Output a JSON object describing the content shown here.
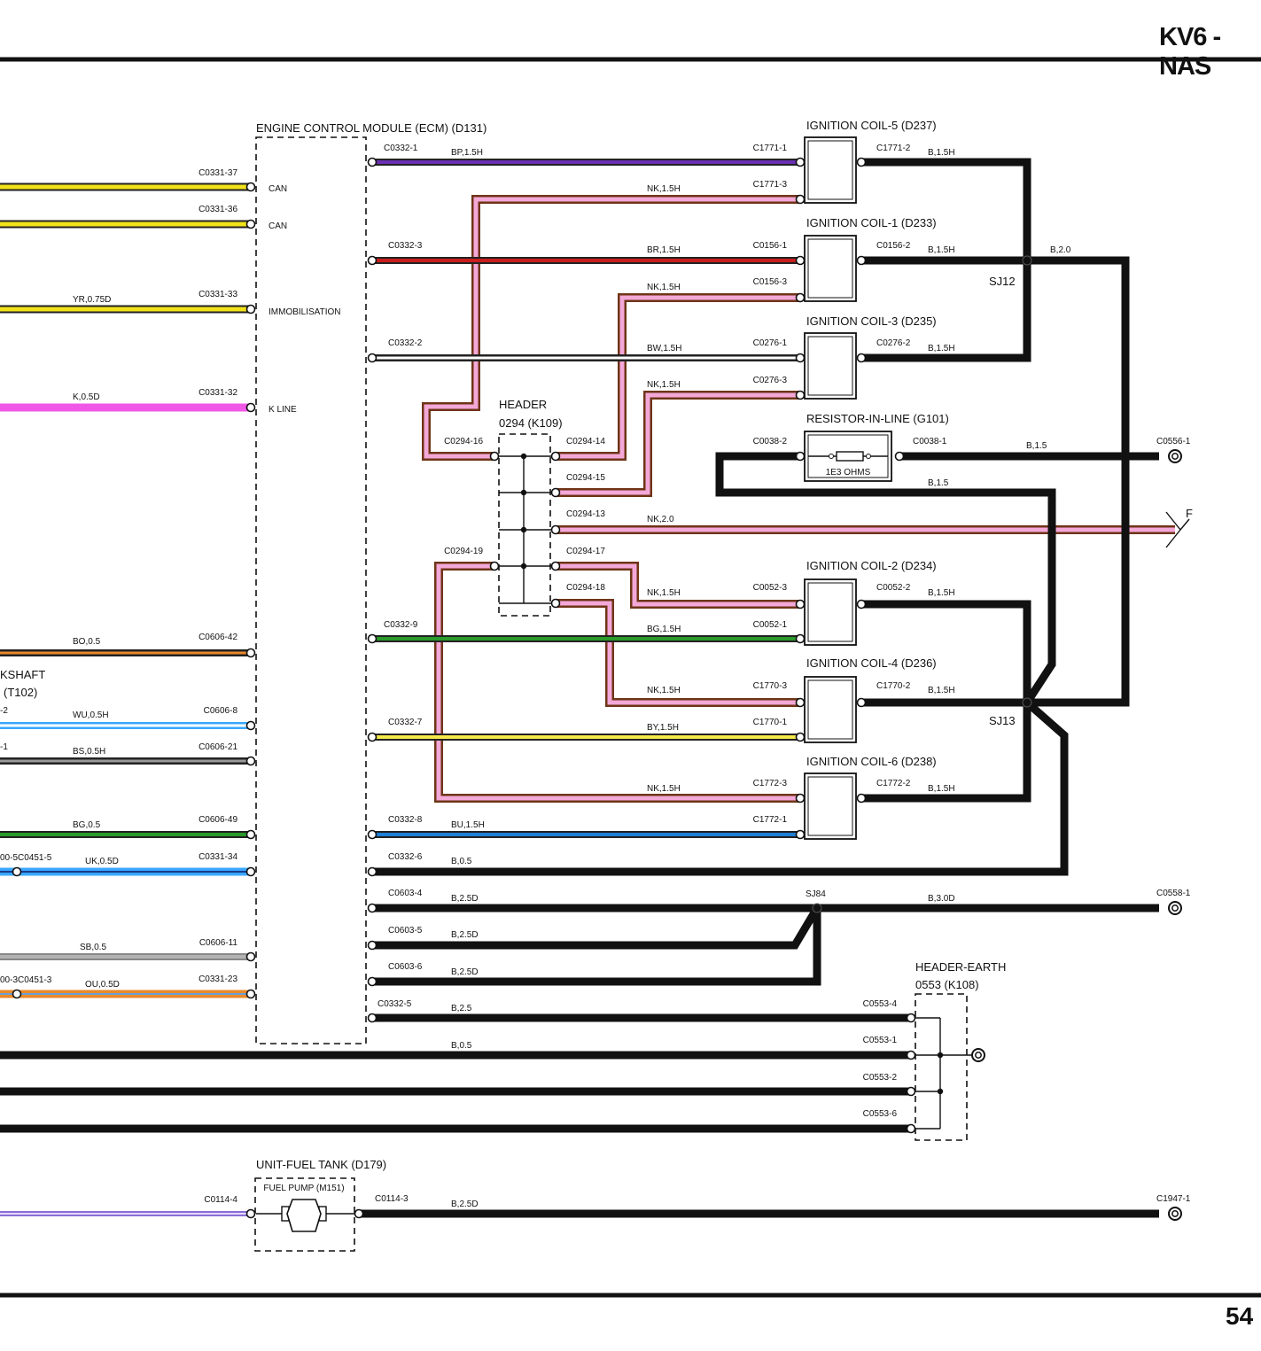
{
  "header": {
    "title": "KV6 - NAS"
  },
  "footer": {
    "page_number": "54"
  },
  "components": {
    "ecm": "ENGINE CONTROL MODULE (ECM) (D131)",
    "coil5": "IGNITION COIL-5 (D237)",
    "coil1": "IGNITION COIL-1 (D233)",
    "coil3": "IGNITION COIL-3 (D235)",
    "resistor": "RESISTOR-IN-LINE (G101)",
    "resistor_value": "1E3 OHMS",
    "coil2": "IGNITION COIL-2 (D234)",
    "coil4": "IGNITION COIL-4 (D236)",
    "coil6": "IGNITION COIL-6 (D238)",
    "header_title": "HEADER",
    "header_id": "0294 (K109)",
    "header_earth_title": "HEADER-EARTH",
    "header_earth_id": "0553 (K108)",
    "fuel_tank": "UNIT-FUEL TANK (D179)",
    "fuel_pump": "FUEL PUMP (M151)",
    "crankshaft_partial": "KSHAFT",
    "crankshaft_id_partial": "(T102)"
  },
  "ecm_functions": {
    "can1": "CAN",
    "can2": "CAN",
    "immob": "IMMOBILISATION",
    "kline": "K LINE"
  },
  "splices": {
    "sj12": "SJ12",
    "sj13": "SJ13",
    "sj84": "SJ84"
  },
  "offpage": {
    "f": "F"
  },
  "wires": {
    "kline": "K,0.5D",
    "immob": "YR,0.75D",
    "c0606_42": "BO,0.5",
    "c0606_8": "WU,0.5H",
    "c0606_21": "BS,0.5H",
    "c0606_49": "BG,0.5",
    "c0331_34": "UK,0.5D",
    "c0606_11": "SB,0.5",
    "c0331_23": "OU,0.5D",
    "c0332_1": "BP,1.5H",
    "c1771_3": "NK,1.5H",
    "c0332_3": "BR,1.5H",
    "c0156_3": "NK,1.5H",
    "c0332_2": "BW,1.5H",
    "c0276_3": "NK,1.5H",
    "c0294_13": "NK,2.0",
    "c0052_3": "NK,1.5H",
    "c0332_9": "BG,1.5H",
    "c1770_3": "NK,1.5H",
    "c0332_7": "BY,1.5H",
    "c1772_3": "NK,1.5H",
    "c0332_8": "BU,1.5H",
    "c0332_6": "B,0.5",
    "c0603_4": "B,2.5D",
    "c0603_5": "B,2.5D",
    "c0603_6": "B,2.5D",
    "c0558": "B,3.0D",
    "c0332_5": "B,2.5",
    "c0553_1": "B,0.5",
    "c0114_3": "B,2.5D",
    "c1771_2": "B,1.5H",
    "c0156_2": "B,1.5H",
    "c0276_2": "B,1.5H",
    "sj12_out": "B,2.0",
    "c0038_1": "B,1.5",
    "c0038_2": "B,1.5",
    "c0052_2": "B,1.5H",
    "c1770_2": "B,1.5H",
    "c1772_2": "B,1.5H"
  },
  "connectors": {
    "c0331_37": "C0331-37",
    "c0331_36": "C0331-36",
    "c0331_33": "C0331-33",
    "c0331_32": "C0331-32",
    "c0606_42": "C0606-42",
    "c0606_8": "C0606-8",
    "c0606_21": "C0606-21",
    "c0606_49": "C0606-49",
    "c0331_34": "C0331-34",
    "c0451_5": "C0451-5",
    "c0451_5_left": "00-5",
    "c0606_11": "C0606-11",
    "c0331_23": "C0331-23",
    "c0451_3": "C0451-3",
    "c0451_3_left": "00-3",
    "left_2": "-2",
    "left_1": "-1",
    "c0332_1": "C0332-1",
    "c0332_3": "C0332-3",
    "c0332_2": "C0332-2",
    "c0332_9": "C0332-9",
    "c0332_7": "C0332-7",
    "c0332_8": "C0332-8",
    "c0332_6": "C0332-6",
    "c0332_5": "C0332-5",
    "c0603_4": "C0603-4",
    "c0603_5": "C0603-5",
    "c0603_6": "C0603-6",
    "c1771_1": "C1771-1",
    "c1771_2": "C1771-2",
    "c1771_3": "C1771-3",
    "c0156_1": "C0156-1",
    "c0156_2": "C0156-2",
    "c0156_3": "C0156-3",
    "c0276_1": "C0276-1",
    "c0276_2": "C0276-2",
    "c0276_3": "C0276-3",
    "c0038_1": "C0038-1",
    "c0038_2": "C0038-2",
    "c0556_1": "C0556-1",
    "c0294_16": "C0294-16",
    "c0294_14": "C0294-14",
    "c0294_15": "C0294-15",
    "c0294_13": "C0294-13",
    "c0294_19": "C0294-19",
    "c0294_17": "C0294-17",
    "c0294_18": "C0294-18",
    "c0052_1": "C0052-1",
    "c0052_2": "C0052-2",
    "c0052_3": "C0052-3",
    "c1770_1": "C1770-1",
    "c1770_2": "C1770-2",
    "c1770_3": "C1770-3",
    "c1772_1": "C1772-1",
    "c1772_2": "C1772-2",
    "c1772_3": "C1772-3",
    "c0558_1": "C0558-1",
    "c0553_4": "C0553-4",
    "c0553_1": "C0553-1",
    "c0553_2": "C0553-2",
    "c0553_6": "C0553-6",
    "c0114_4": "C0114-4",
    "c0114_3": "C0114-3",
    "c1947_1": "C1947-1"
  },
  "colors": {
    "black": "#111111",
    "yellow": "#f2e21a",
    "pink": "#f057e6",
    "nk_brown": "#6e3417",
    "nk_pink": "#f4a8d8",
    "red": "#c91d1d",
    "purple": "#6a2fb4",
    "green": "#2a9a2a",
    "blue": "#1f7fd6",
    "lightblue": "#38a8ff",
    "orange": "#e88a2c",
    "grey": "#b3b3b3"
  }
}
